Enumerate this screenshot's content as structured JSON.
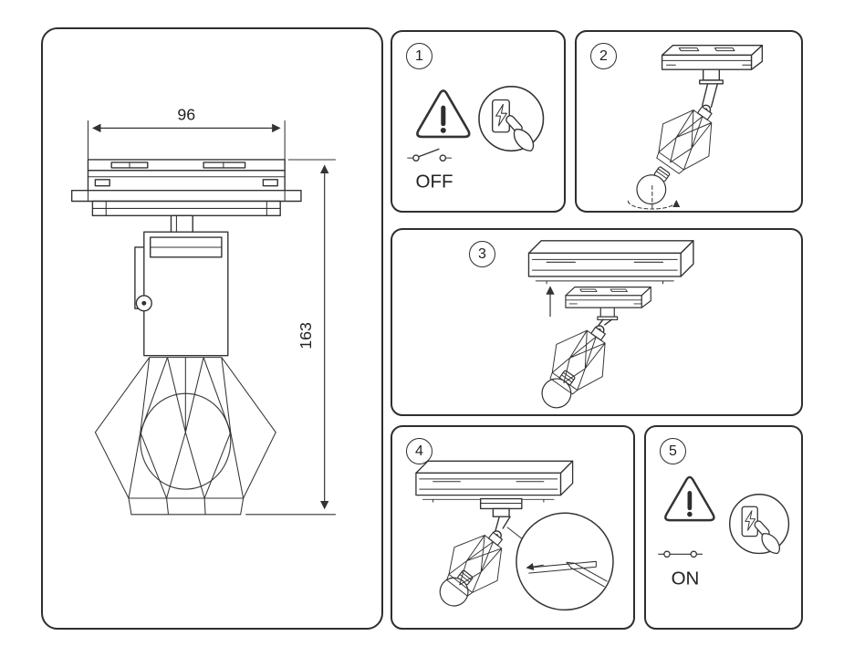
{
  "drawing": {
    "width_label": "96",
    "height_label": "163"
  },
  "steps": {
    "s1": {
      "number": "1",
      "state_label": "OFF"
    },
    "s2": {
      "number": "2"
    },
    "s3": {
      "number": "3"
    },
    "s4": {
      "number": "4"
    },
    "s5": {
      "number": "5",
      "state_label": "ON"
    }
  },
  "colors": {
    "line": "#333333",
    "panel_border": "#2e2e2e",
    "background": "#ffffff"
  }
}
